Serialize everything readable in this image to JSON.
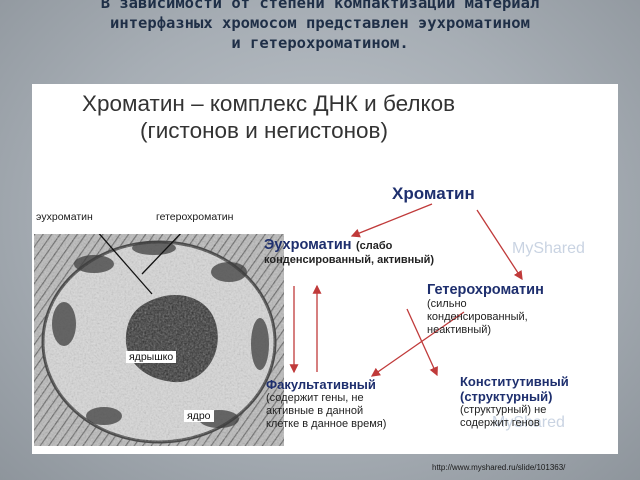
{
  "slide": {
    "title_lines": [
      "В зависимости от степени компактизации материал",
      "интерфазных хромосом представлен эухроматином",
      "и гетерохроматином."
    ],
    "url": "http://www.myshared.ru/slide/101363/"
  },
  "figure": {
    "heading_lines": [
      "Хроматин – комплекс ДНК и белков",
      "(гистонов и негистонов)"
    ],
    "image_labels": {
      "euchromatin": "эухроматин",
      "heterochromatin": "гетерохроматин",
      "nucleolus": "ядрышко",
      "nucleus": "ядро"
    },
    "nodes": {
      "chromatin": {
        "head": "Хроматин"
      },
      "euchromatin": {
        "head": "Эухроматин",
        "desc_inline": "(слабо",
        "desc_lines": [
          "конденсированный, активный)"
        ]
      },
      "heterochromatin": {
        "head": "Гетерохроматин",
        "desc_lines": [
          "(сильно",
          "конденсированный,",
          "неактивный)"
        ]
      },
      "facultative": {
        "head": "Факультативный",
        "desc_lines": [
          "(содержит гены, не",
          "активные в данной",
          "клетке в данное время)"
        ]
      },
      "constitutive": {
        "head_lines": [
          "Конститутивный",
          "(структурный)"
        ],
        "desc_lines": [
          "(структурный) не",
          "содержит генов"
        ]
      }
    },
    "watermark": "MyShared",
    "colors": {
      "node_heading": "#1e2f6e",
      "arrows": "#c03a3a",
      "title": "#1f2f47"
    }
  }
}
